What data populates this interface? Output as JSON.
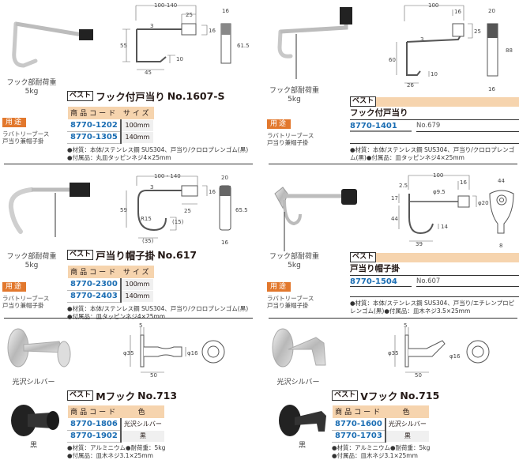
{
  "common": {
    "load_label": "フック部耐荷重",
    "load_value": "5kg",
    "use_badge": "用途",
    "use_line1": "ラバトリーブース",
    "use_line2": "戸当り兼帽子掛",
    "best": "ベスト",
    "col_code": "商品コード",
    "col_size": "サイズ",
    "col_color": "色"
  },
  "products": [
    {
      "name": "フック付戸当り",
      "no": "No.1607-S",
      "rows": [
        {
          "code": "8770-1202",
          "val": "100mm"
        },
        {
          "code": "8770-1305",
          "val": "140mm"
        }
      ],
      "note1": "●材質：本体/ステンレス鋼 SUS304、戸当り/クロロプレンゴム(黒)",
      "note2": "●付属品：丸皿タッピンネジ4×25mm",
      "dims": [
        "100-140",
        "25",
        "16",
        "3",
        "55",
        "10",
        "45",
        "16",
        "61.5"
      ]
    },
    {
      "name": "フック付戸当り",
      "no": "No.679",
      "code": "8770-1401",
      "note1": "●材質：本体/ステンレス鋼 SUS304、戸当り/クロロプレンゴ",
      "note2": "ム(黒)●付属品：皿タッピンネジ4×25mm",
      "dims": [
        "100",
        "16",
        "25",
        "3",
        "60",
        "10",
        "26",
        "20",
        "88",
        "16"
      ]
    },
    {
      "name": "戸当り帽子掛",
      "no": "No.617",
      "rows": [
        {
          "code": "8770-2300",
          "val": "100mm"
        },
        {
          "code": "8770-2403",
          "val": "140mm"
        }
      ],
      "note1": "●材質：本体/ステンレス鋼 SUS304、戸当り/クロロプレンゴム(黒)",
      "note2": "●付属品：皿タッピンネジ4×25mm",
      "dims": [
        "100・140",
        "3",
        "16",
        "59",
        "R15",
        "(15)",
        "25",
        "(35)",
        "20",
        "65.5",
        "16"
      ]
    },
    {
      "name": "戸当り帽子掛",
      "no": "No.607",
      "code": "8770-1504",
      "note1": "●材質：本体/ステンレス鋼 SUS304、戸当り/エチレンプロピ",
      "note2": "レンゴム(黒)●付属品：皿木ネジ3.5×25mm",
      "dims": [
        "100",
        "2.5",
        "16",
        "17",
        "φ9.5",
        "φ20",
        "44",
        "14",
        "39",
        "44",
        "8"
      ]
    },
    {
      "name": "Mフック",
      "no": "No.713",
      "rows": [
        {
          "code": "8770-1806",
          "val": "光沢シルバー"
        },
        {
          "code": "8770-1902",
          "val": "黒"
        }
      ],
      "note1": "●材質：アルミニウム●耐荷重：5kg",
      "note2": "●付属品：皿木ネジ3.1×25mm",
      "silver": "光沢シルバー",
      "black": "黒",
      "dims": [
        "5",
        "φ35",
        "φ16",
        "50"
      ]
    },
    {
      "name": "Vフック",
      "no": "No.715",
      "rows": [
        {
          "code": "8770-1600",
          "val": "光沢シルバー"
        },
        {
          "code": "8770-1703",
          "val": "黒"
        }
      ],
      "note1": "●材質：アルミニウム●耐荷重：5kg",
      "note2": "●付属品：皿木ネジ3.1×25mm",
      "silver": "光沢シルバー",
      "black": "黒",
      "dims": [
        "5",
        "φ35",
        "φ16",
        "50"
      ]
    }
  ],
  "colors": {
    "accent": "#e2782d",
    "header": "#f6d4ae",
    "code": "#1a6db3"
  }
}
